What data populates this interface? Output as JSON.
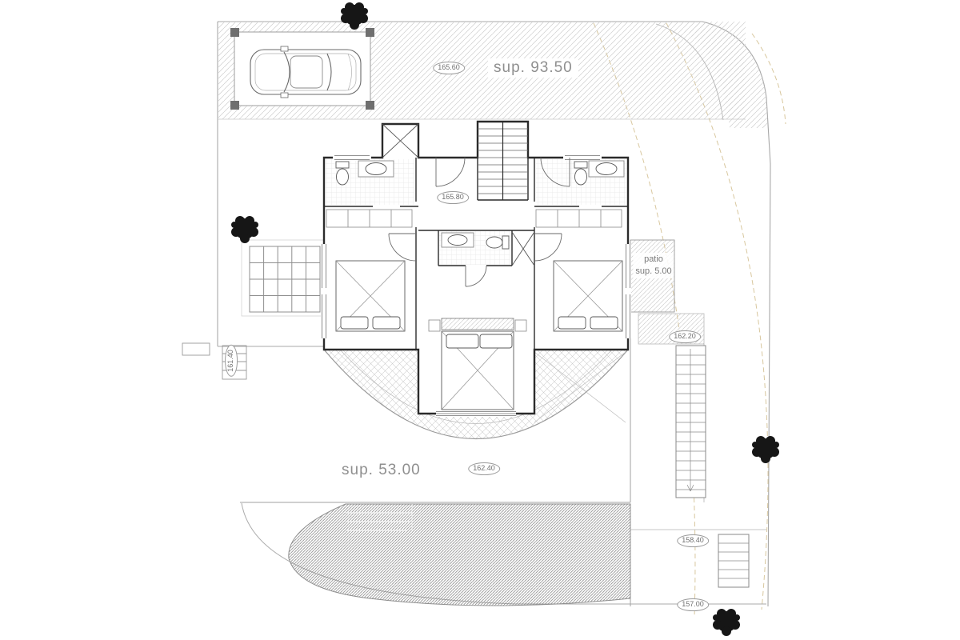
{
  "meta": {
    "drawing_type": "architectural site / floor plan",
    "floor": "bedroom level with carport, patio, terrace and pool"
  },
  "labels": {
    "upper_area": "sup. 93.50",
    "lower_area": "sup. 53.00",
    "patio_line1": "patio",
    "patio_line2": "sup. 5.00"
  },
  "markers": [
    {
      "id": "level-165-60",
      "value": "165.60"
    },
    {
      "id": "level-165-80",
      "value": "165.80"
    },
    {
      "id": "level-161-40",
      "value": "161.40"
    },
    {
      "id": "level-162-20",
      "value": "162.20"
    },
    {
      "id": "level-162-40",
      "value": "162.40"
    },
    {
      "id": "level-158-40",
      "value": "158.40"
    },
    {
      "id": "level-157-00",
      "value": "157.00"
    }
  ],
  "colors": {
    "background": "#ffffff",
    "wall": "#2b2b2b",
    "line_gray": "#a0a0a0",
    "label_gray": "#8f8f8f",
    "contour_tan": "#d8c79e",
    "tree_black": "#161616",
    "pool_hatch": "#858585"
  },
  "icons": {
    "tree-icon": "black scribbled circle (tree canopy, plan view)",
    "car-icon": "car outline, top view",
    "stairs-icon": "parallel tread lines with direction line",
    "bed-icon": "rectangle with X and pillows",
    "toilet-icon": "ellipse bowl with tank rectangle",
    "sink-icon": "oval basin in counter rectangle"
  }
}
